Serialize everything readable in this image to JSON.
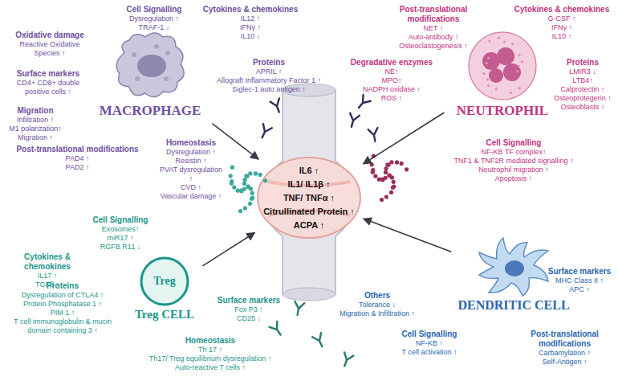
{
  "diagram": {
    "nodes": [
      {
        "text": [
          "MACROPHAGE"
        ]
      },
      {
        "text": [
          "NEUTROPHIL"
        ]
      },
      {
        "text": [
          "IL6 ↑",
          "IL1/ IL1β ↑",
          "TNF/ TNFα ↑",
          "Citrullinated Protein ↑",
          "ACPA ↑"
        ]
      },
      {
        "text": [
          "Treg",
          "Treg CELL"
        ]
      },
      {
        "text": [
          "DENDRITIC CELL"
        ]
      }
    ],
    "edges": [
      {
        "from": 0,
        "to": 2,
        "arrow": "to"
      },
      {
        "from": 1,
        "to": 2,
        "arrow": "to"
      },
      {
        "from": 3,
        "to": 2,
        "arrow": "to"
      },
      {
        "from": 4,
        "to": 2,
        "arrow": "to"
      }
    ],
    "labels": [
      "Oxidative damage",
      "Reactive Oxidative Species ↑",
      "Cell Signalling",
      "Dysregulation ↑",
      "TRAF-1 ↓",
      "Cytokines & chemokines",
      "IL12 ↑",
      "IFNγ ↑",
      "IL10 ↓",
      "Surface markers",
      "CD4+ CD8+ double positive cells ↑",
      "Proteins",
      "APRIL ↑",
      "Allograft Inflammatory Factor 1 ↑",
      "Siglec-1 auto antigen ↑",
      "Migration",
      "Infiltration ↑",
      "M1 polarization↑",
      "Migration ↑",
      "Post-translational modifications",
      "PAD4 ↑",
      "PAD2 ↑",
      "Homeostasis",
      "Dysregulation ↑",
      "Resistin ↑",
      "PVAT dysregulation ↑",
      "CVD ↑",
      "Vascular damage ↑",
      "Post-translational modifications",
      "NET ↑",
      "Auto-antibody ↑",
      "Osteoclastogenesis ↑",
      "Cytokines & chemokines",
      "G-CSF ↑",
      "IFNγ ↑",
      "IL10 ↑",
      "Degradative enzymes",
      "NE↑",
      "MPO↑",
      "NADPH oxidase ↑",
      "ROS ↑",
      "Proteins",
      "LMIR3 ↓",
      "LTB4↑",
      "Calprotectin ↑",
      "Osteoprotegerin ↑",
      "Osteoblasts ↑",
      "Cell Signalling",
      "NF-KB TF complex↑",
      "TNF1 & TNF2R mediated signalling ↑",
      "Neutrophil migration ↑",
      "Apoptosis ↑",
      "Cell Signalling",
      "Exosomes↑",
      "miR17 ↑",
      "RGFB R11 ↓",
      "Cytokines & chemokines",
      "IL17 ↑",
      "TGFβ ↑",
      "Proteins",
      "Dysregulation of CTLA4 ↑",
      "Protein Phosphatase 1 ↑",
      "PIM 1 ↑",
      "T cell immunoglobulin & mucin domain containing 3 ↑",
      "Surface markers",
      "Fox P3 ↑",
      "CD25 ↓",
      "Homeostasis",
      "Th 17 ↑",
      "Th17/ Treg equilibrium dysregulation  ↑",
      "Auto-reactive T cells ↑",
      "Others",
      "Tolerance ↓",
      "Migration & Infiltration ↑",
      "Cell Signalling",
      "NF-KB  ↑",
      "T cell activation ↑",
      "Post-translational modifications",
      "Carbamylation ↑",
      "Self-Antigen ↑",
      "Surface markers",
      "MHC Class II ↑",
      "APC ↑"
    ]
  }
}
